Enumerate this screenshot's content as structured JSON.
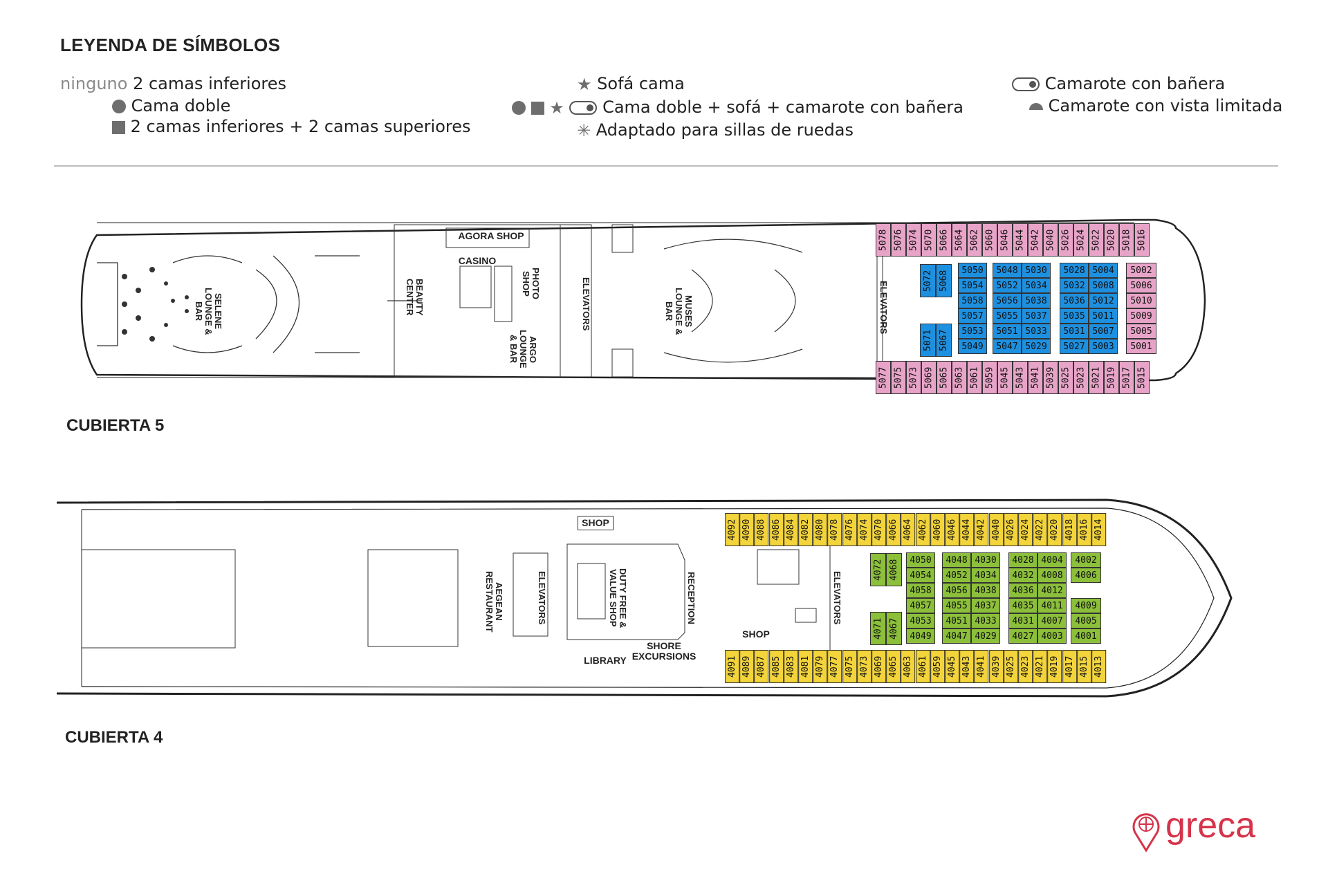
{
  "legend": {
    "title": "LEYENDA DE SÍMBOLOS",
    "none_word": "ninguno",
    "none_text": "2 camas inferiores",
    "double_bed": "Cama doble",
    "upper_beds": "2 camas inferiores + 2 camas superiores",
    "sofa_bed": "Sofá cama",
    "combo": "Cama doble + sofá + camarote con bañera",
    "wheelchair": "Adaptado para sillas de ruedas",
    "bathtub": "Camarote con bañera",
    "limited_view": "Camarote con vista limitada"
  },
  "colors": {
    "pink": "#e8a4c8",
    "blue": "#1e90e0",
    "green": "#8cbf3a",
    "yellow": "#f3d43a",
    "outline": "#222222",
    "brand": "#d6334a"
  },
  "deck5": {
    "label": "CUBIERTA 5",
    "areas": {
      "agora_shop": "AGORA SHOP",
      "casino": "CASINO",
      "beauty_center": "BEAUTY CENTER",
      "photo_shop": "PHOTO SHOP",
      "argo": "ARGO LOUNGE & BAR",
      "selene": "SELENE LOUNGE & BAR",
      "elevators_a": "ELEVATORS",
      "muses": "MUSES LOUNGE & BAR",
      "elevators_b": "ELEVATORS"
    },
    "top_row": [
      "5078",
      "5076",
      "5074",
      "5070",
      "5066",
      "5064",
      "5062",
      "5060",
      "5046",
      "5044",
      "5042",
      "5040",
      "5026",
      "5024",
      "5022",
      "5020",
      "5018",
      "5016"
    ],
    "bottom_row": [
      "5077",
      "5075",
      "5073",
      "5069",
      "5065",
      "5063",
      "5061",
      "5059",
      "5045",
      "5043",
      "5041",
      "5039",
      "5025",
      "5023",
      "5021",
      "5019",
      "5017",
      "5015"
    ],
    "inner_pair_top": [
      "5072",
      "5068"
    ],
    "inner_pair_bottom": [
      "5071",
      "5067"
    ],
    "block_a": [
      "5050",
      "5054",
      "5058",
      "5057",
      "5053",
      "5049"
    ],
    "block_b": [
      [
        "5048",
        "5030"
      ],
      [
        "5052",
        "5034"
      ],
      [
        "5056",
        "5038"
      ],
      [
        "5055",
        "5037"
      ],
      [
        "5051",
        "5033"
      ],
      [
        "5047",
        "5029"
      ]
    ],
    "block_c": [
      [
        "5028",
        "5004"
      ],
      [
        "5032",
        "5008"
      ],
      [
        "5036",
        "5012"
      ],
      [
        "5035",
        "5011"
      ],
      [
        "5031",
        "5007"
      ],
      [
        "5027",
        "5003"
      ]
    ],
    "bow_column": [
      "5002",
      "5006",
      "5010",
      "5009",
      "5005",
      "5001"
    ]
  },
  "deck4": {
    "label": "CUBIERTA 4",
    "areas": {
      "shop_top": "SHOP",
      "aegean": "AEGEAN RESTAURANT",
      "elevators_a": "ELEVATORS",
      "duty_free": "DUTY FREE & VALUE SHOP",
      "reception": "RECEPTION",
      "shore": "SHORE EXCURSIONS",
      "library": "LIBRARY",
      "shop_mid": "SHOP",
      "elevators_b": "ELEVATORS"
    },
    "top_row": [
      "4092",
      "4090",
      "4088",
      "4086",
      "4084",
      "4082",
      "4080",
      "4078",
      "4076",
      "4074",
      "4070",
      "4066",
      "4064",
      "4062",
      "4060",
      "4046",
      "4044",
      "4042",
      "4040",
      "4026",
      "4024",
      "4022",
      "4020",
      "4018",
      "4016",
      "4014"
    ],
    "bottom_row": [
      "4091",
      "4089",
      "4087",
      "4085",
      "4083",
      "4081",
      "4079",
      "4077",
      "4075",
      "4073",
      "4069",
      "4065",
      "4063",
      "4061",
      "4059",
      "4045",
      "4043",
      "4041",
      "4039",
      "4025",
      "4023",
      "4021",
      "4019",
      "4017",
      "4015",
      "4013"
    ],
    "inner_pair_top": [
      "4072",
      "4068"
    ],
    "inner_pair_bottom": [
      "4071",
      "4067"
    ],
    "block_a": [
      "4050",
      "4054",
      "4058",
      "4057",
      "4053",
      "4049"
    ],
    "block_b": [
      [
        "4048",
        "4030"
      ],
      [
        "4052",
        "4034"
      ],
      [
        "4056",
        "4038"
      ],
      [
        "4055",
        "4037"
      ],
      [
        "4051",
        "4033"
      ],
      [
        "4047",
        "4029"
      ]
    ],
    "block_c": [
      [
        "4028",
        "4004"
      ],
      [
        "4032",
        "4008"
      ],
      [
        "4036",
        "4012"
      ],
      [
        "4035",
        "4011"
      ],
      [
        "4031",
        "4007"
      ],
      [
        "4027",
        "4003"
      ]
    ],
    "bow_column": [
      "4002",
      "4006",
      "",
      "4009",
      "4005",
      "4001"
    ]
  },
  "brand": {
    "name": "greca"
  }
}
